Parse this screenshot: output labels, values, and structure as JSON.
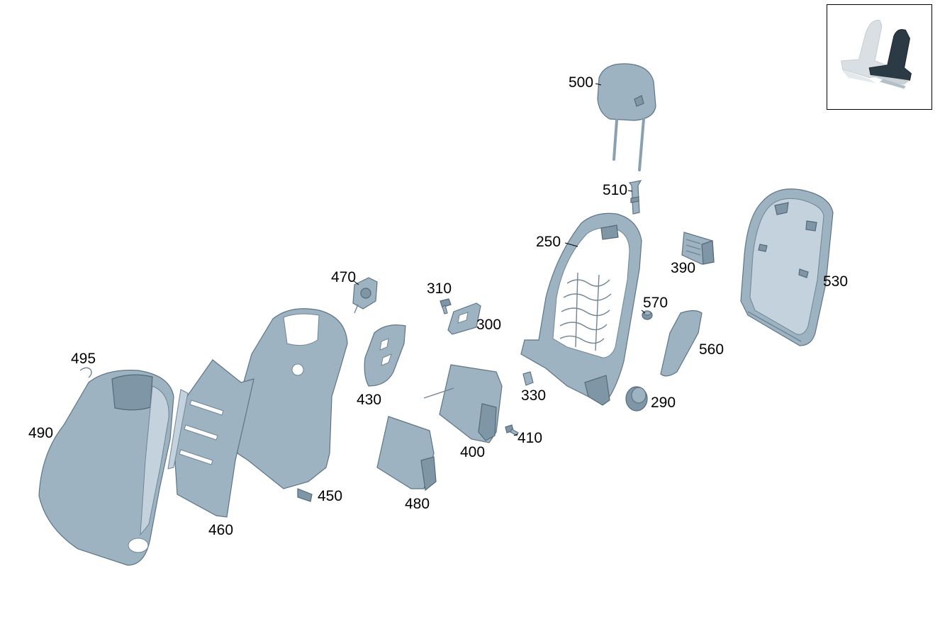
{
  "labels": {
    "p500": "500",
    "p510": "510",
    "p250": "250",
    "p390": "390",
    "p530": "530",
    "p470": "470",
    "p310": "310",
    "p300": "300",
    "p570": "570",
    "p495": "495",
    "p560": "560",
    "p430": "430",
    "p330": "330",
    "p290": "290",
    "p490": "490",
    "p410": "410",
    "p400": "400",
    "p450": "450",
    "p480": "480",
    "p460": "460"
  },
  "colors": {
    "part_fill": "#9eb3c2",
    "part_edge": "#5e7484",
    "inset_dark_seat": "#2c3a45",
    "inset_ghost_seat": "#d9dfe3"
  }
}
